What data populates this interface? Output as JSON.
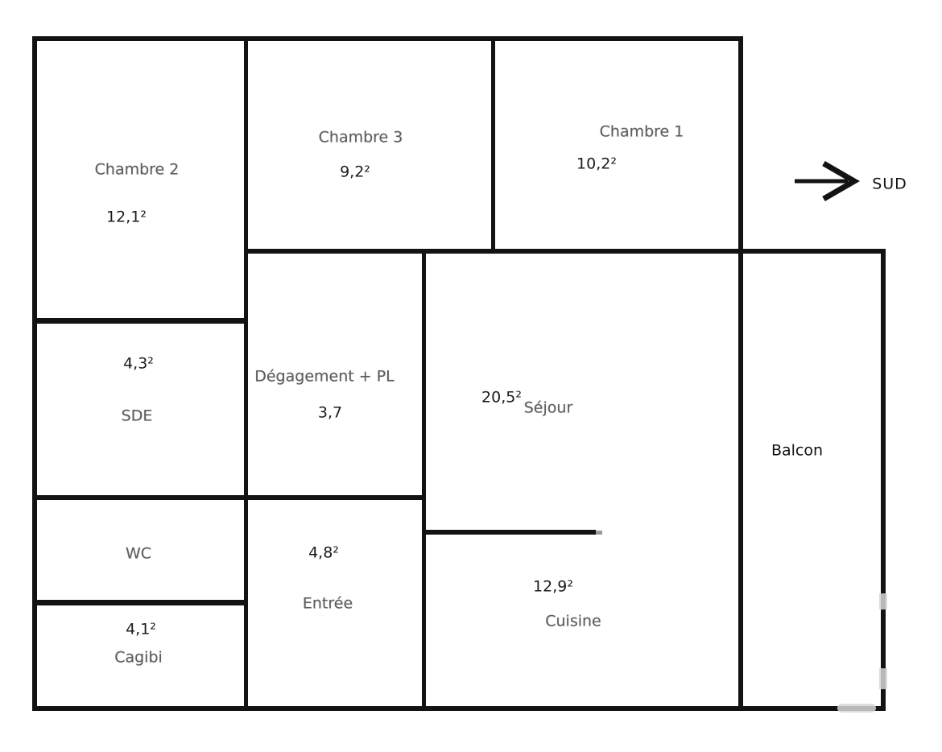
{
  "rooms": {
    "chambre2": {
      "name": "Chambre 2",
      "area": "12,1²"
    },
    "chambre3": {
      "name": "Chambre 3",
      "area": "9,2²"
    },
    "chambre1": {
      "name": "Chambre 1",
      "area": "10,2²"
    },
    "sde": {
      "name": "SDE",
      "area": "4,3²"
    },
    "degagement": {
      "name": "Dégagement + PL",
      "area": "3,7"
    },
    "sejour": {
      "name": "Séjour",
      "area": "20,5²"
    },
    "wc": {
      "name": "WC"
    },
    "cagibi": {
      "name": "Cagibi",
      "area": "4,1²"
    },
    "entree": {
      "name": "Entrée",
      "area": "4,8²"
    },
    "cuisine": {
      "name": "Cuisine",
      "area": "12,9²"
    },
    "balcon": {
      "name": "Balcon"
    }
  },
  "compass": {
    "direction": "SUD"
  },
  "colors": {
    "wall": "#131313",
    "room_name_text": "#5e5e5e",
    "area_text": "#1c1c1c"
  }
}
